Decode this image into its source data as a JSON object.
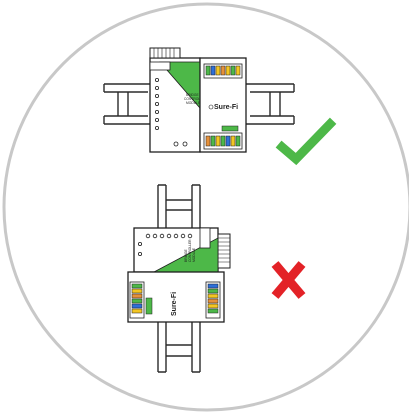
{
  "correct": {
    "brand": "Sure-Fi",
    "side_text_lines": [
      "BRIDGE",
      "CONTROLLER",
      "MODULE"
    ],
    "mark": "check",
    "mark_color": "#4db848"
  },
  "incorrect": {
    "brand": "Sure-Fi",
    "side_text_lines": [
      "BRIDGE",
      "CONTROLLER",
      "MODULE"
    ],
    "mark": "x",
    "mark_color": "#e32227"
  },
  "colors": {
    "circle": "#c8c8c8",
    "rail": "#2b2b2b",
    "accent_green": "#4db848",
    "device_body": "#ffffff",
    "device_outline": "#1f1f1f"
  }
}
